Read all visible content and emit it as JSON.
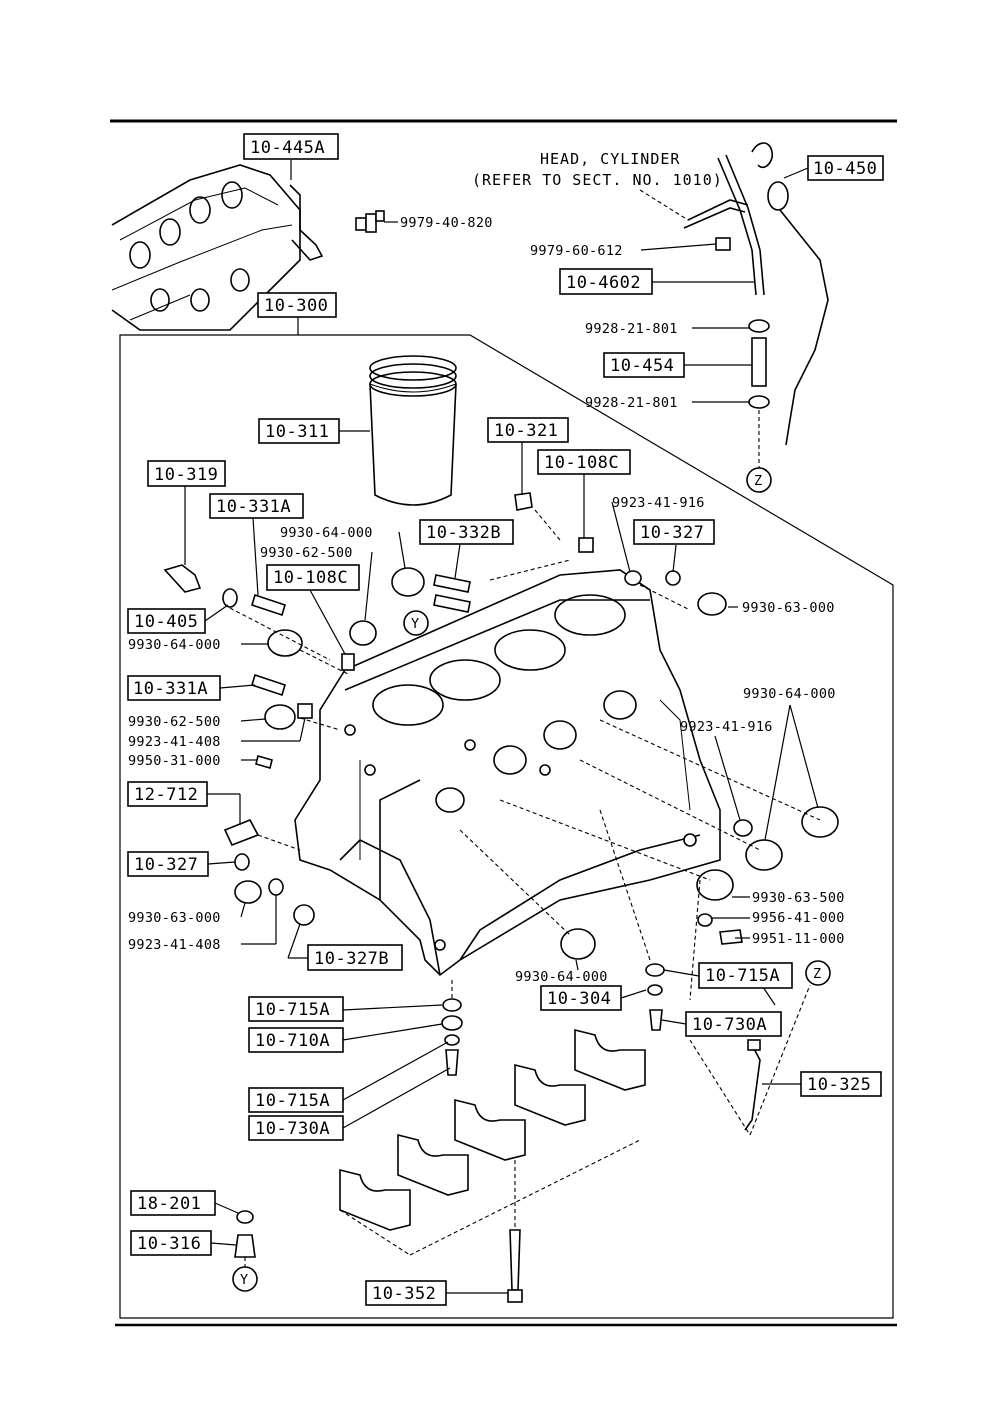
{
  "header_title": "HEAD, CYLINDER",
  "header_subtitle": "(REFER TO SECT. NO. 1010)",
  "callouts": [
    {
      "id": "c01",
      "text": "10-445A",
      "boxed": true
    },
    {
      "id": "c02",
      "text": "9979-40-820",
      "boxed": false
    },
    {
      "id": "c03",
      "text": "10-450",
      "boxed": true
    },
    {
      "id": "c04",
      "text": "9979-60-612",
      "boxed": false
    },
    {
      "id": "c05",
      "text": "10-4602",
      "boxed": true
    },
    {
      "id": "c06",
      "text": "10-300",
      "boxed": true
    },
    {
      "id": "c07",
      "text": "9928-21-801",
      "boxed": false
    },
    {
      "id": "c08",
      "text": "10-454",
      "boxed": true
    },
    {
      "id": "c09",
      "text": "9928-21-801",
      "boxed": false
    },
    {
      "id": "c10",
      "text": "10-311",
      "boxed": true
    },
    {
      "id": "c11",
      "text": "10-321",
      "boxed": true
    },
    {
      "id": "c12",
      "text": "10-108C",
      "boxed": true
    },
    {
      "id": "c13",
      "text": "10-319",
      "boxed": true
    },
    {
      "id": "c14",
      "text": "9923-41-916",
      "boxed": false
    },
    {
      "id": "c15",
      "text": "10-331A",
      "boxed": true
    },
    {
      "id": "c16",
      "text": "9930-64-000",
      "boxed": false
    },
    {
      "id": "c17",
      "text": "10-332B",
      "boxed": true
    },
    {
      "id": "c18",
      "text": "10-327",
      "boxed": true
    },
    {
      "id": "c19",
      "text": "9930-62-500",
      "boxed": false
    },
    {
      "id": "c20",
      "text": "10-108C",
      "boxed": true
    },
    {
      "id": "c21",
      "text": "9930-63-000",
      "boxed": false
    },
    {
      "id": "c22",
      "text": "10-405",
      "boxed": true
    },
    {
      "id": "c23",
      "text": "9930-64-000",
      "boxed": false
    },
    {
      "id": "c24",
      "text": "10-331A",
      "boxed": true
    },
    {
      "id": "c25",
      "text": "9930-64-000",
      "boxed": false
    },
    {
      "id": "c26",
      "text": "9930-62-500",
      "boxed": false
    },
    {
      "id": "c27",
      "text": "9923-41-916",
      "boxed": false
    },
    {
      "id": "c28",
      "text": "9923-41-408",
      "boxed": false
    },
    {
      "id": "c29",
      "text": "9950-31-000",
      "boxed": false
    },
    {
      "id": "c30",
      "text": "12-712",
      "boxed": true
    },
    {
      "id": "c31",
      "text": "10-327",
      "boxed": true
    },
    {
      "id": "c32",
      "text": "9930-63-500",
      "boxed": false
    },
    {
      "id": "c33",
      "text": "9930-63-000",
      "boxed": false
    },
    {
      "id": "c34",
      "text": "9956-41-000",
      "boxed": false
    },
    {
      "id": "c35",
      "text": "9923-41-408",
      "boxed": false
    },
    {
      "id": "c36",
      "text": "9951-11-000",
      "boxed": false
    },
    {
      "id": "c37",
      "text": "10-327B",
      "boxed": true
    },
    {
      "id": "c38",
      "text": "9930-64-000",
      "boxed": false
    },
    {
      "id": "c39",
      "text": "10-715A",
      "boxed": true
    },
    {
      "id": "c40",
      "text": "10-304",
      "boxed": true
    },
    {
      "id": "c41",
      "text": "10-715A",
      "boxed": true
    },
    {
      "id": "c42",
      "text": "10-710A",
      "boxed": true
    },
    {
      "id": "c43",
      "text": "10-730A",
      "boxed": true
    },
    {
      "id": "c44",
      "text": "10-325",
      "boxed": true
    },
    {
      "id": "c45",
      "text": "10-715A",
      "boxed": true
    },
    {
      "id": "c46",
      "text": "10-730A",
      "boxed": true
    },
    {
      "id": "c47",
      "text": "18-201",
      "boxed": true
    },
    {
      "id": "c48",
      "text": "10-316",
      "boxed": true
    },
    {
      "id": "c49",
      "text": "10-352",
      "boxed": true
    }
  ],
  "reference_markers": [
    {
      "id": "m1",
      "text": "Z"
    },
    {
      "id": "m2",
      "text": "Y"
    },
    {
      "id": "m3",
      "text": "Z"
    },
    {
      "id": "m4",
      "text": "Y"
    }
  ]
}
